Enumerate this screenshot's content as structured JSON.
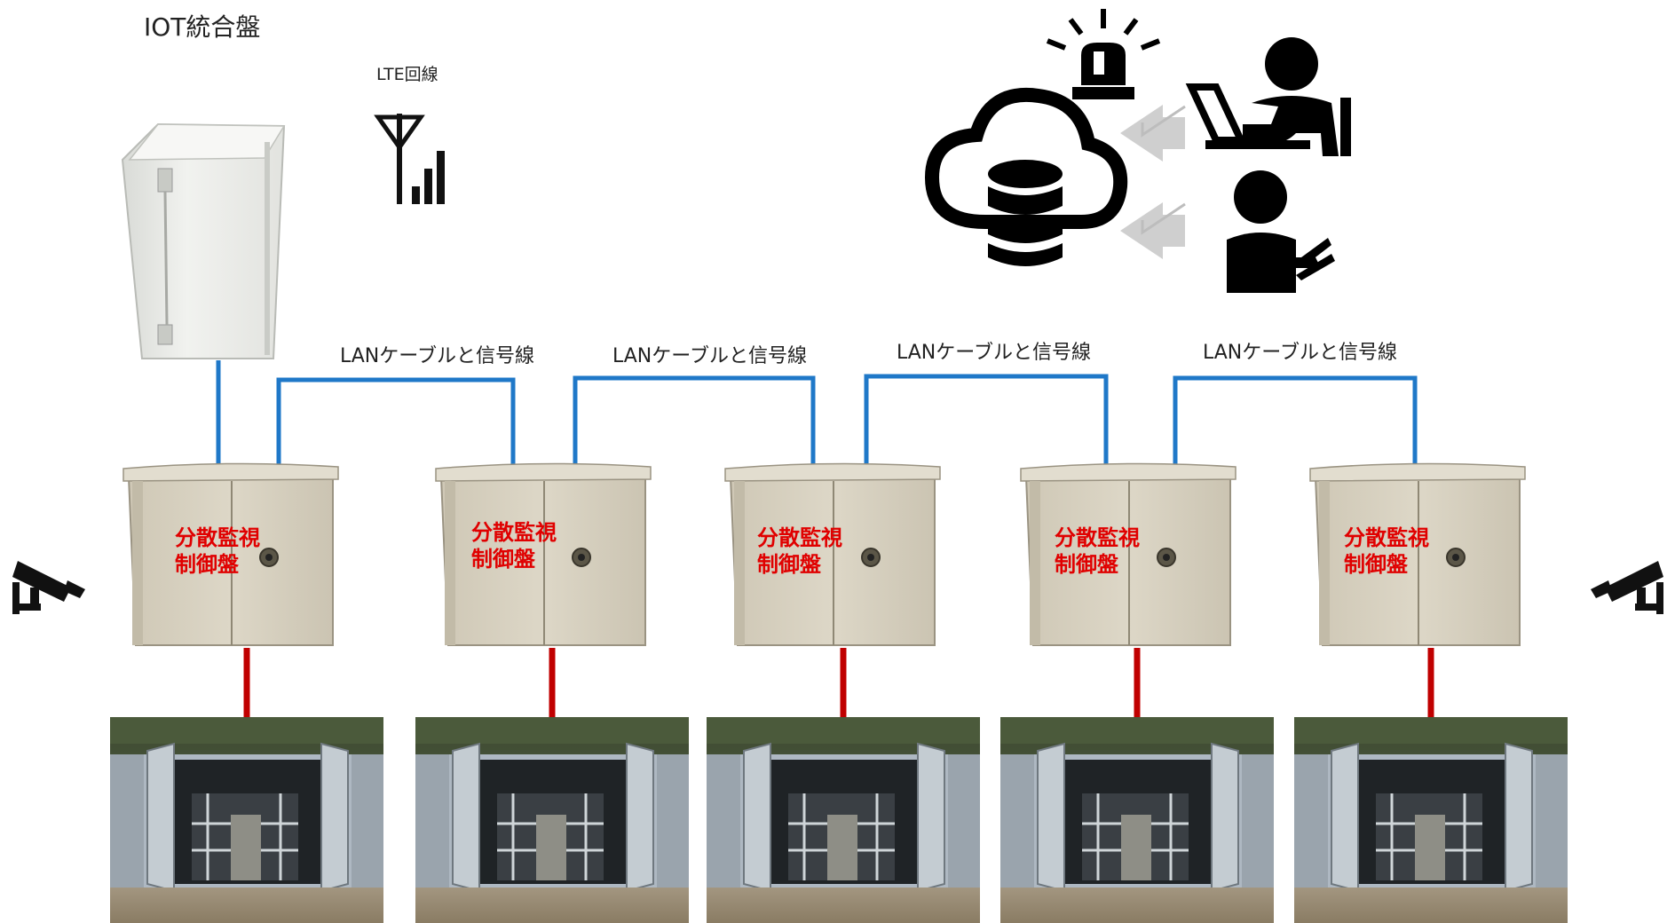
{
  "title": "IOT統合盤",
  "lte_label": "LTE回線",
  "lan_labels": [
    "LANケーブルと信号線",
    "LANケーブルと信号線",
    "LANケーブルと信号線",
    "LANケーブルと信号線"
  ],
  "panels": [
    {
      "line1": "分散監視",
      "line2": "制御盤"
    },
    {
      "line1": "分散監視",
      "line2": "制御盤"
    },
    {
      "line1": "分散監視",
      "line2": "制御盤"
    },
    {
      "line1": "分散監視",
      "line2": "制御盤"
    },
    {
      "line1": "分散監視",
      "line2": "制御盤"
    }
  ],
  "icons": {
    "cloud": "cloud-database-icon",
    "alarm": "alarm-light-icon",
    "laptop_user": "laptop-user-icon",
    "tablet_user": "tablet-user-icon",
    "camera": "security-camera-icon",
    "antenna": "lte-antenna-icon",
    "exchange": "data-exchange-arrows-icon"
  },
  "colors": {
    "lan_line": "#1f78c8",
    "signal_line": "#c00000",
    "panel_label": "#e00000",
    "panel_body": "#d8d2c2",
    "iot_box": "#ecedea"
  }
}
